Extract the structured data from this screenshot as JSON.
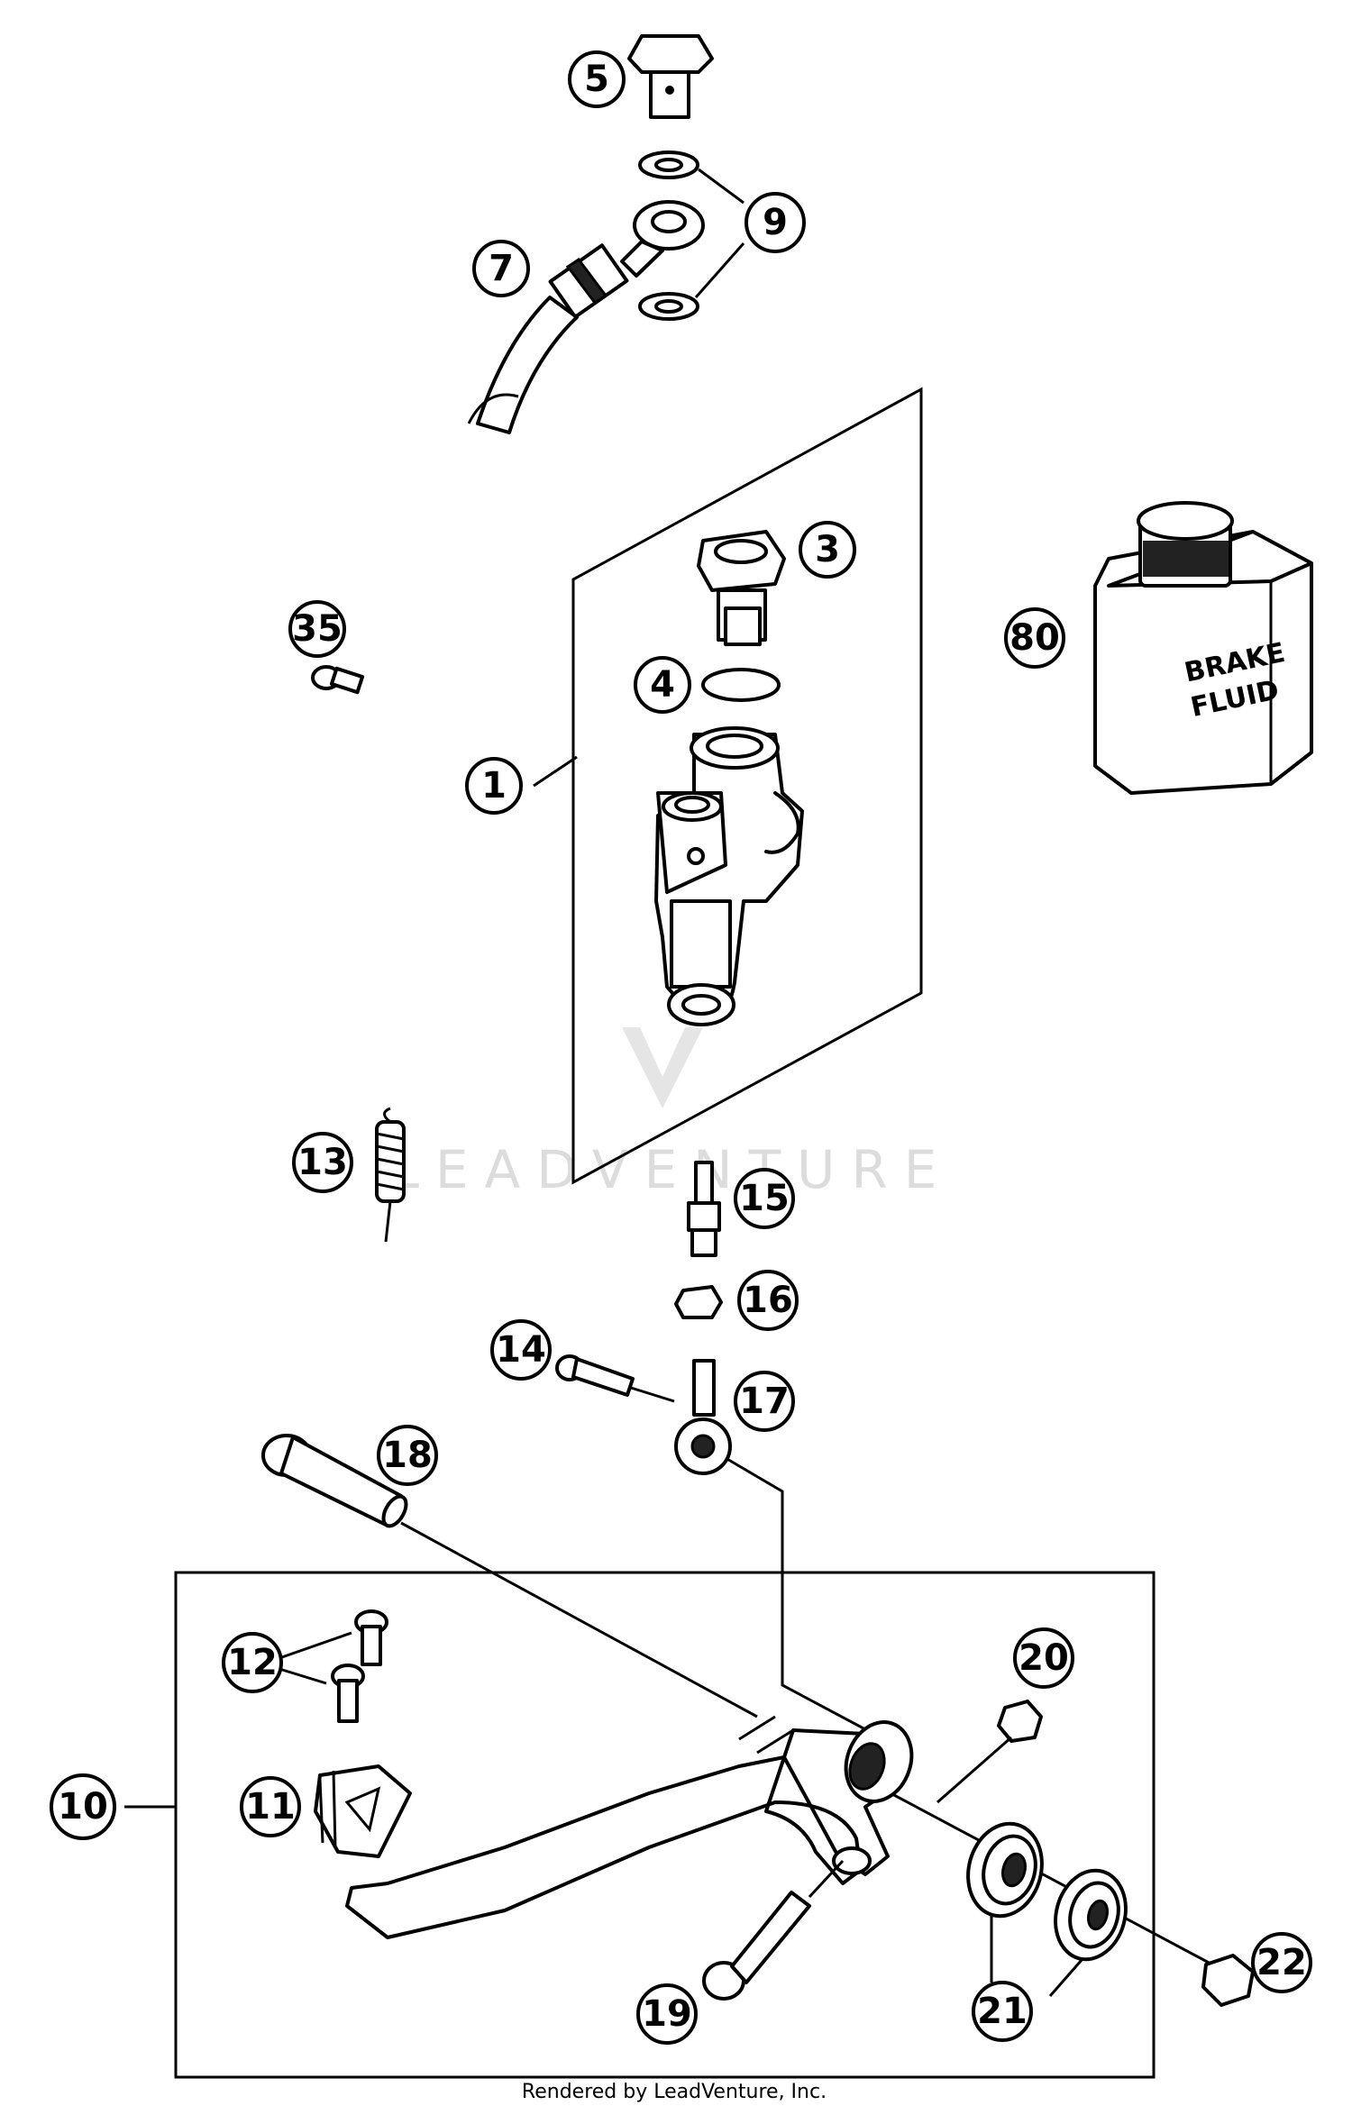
{
  "watermark": "LEADVENTURE",
  "credit": "Rendered by LeadVenture, Inc.",
  "bottle_label": [
    "BRAKE",
    "FLUID"
  ],
  "callouts": [
    {
      "id": "5"
    },
    {
      "id": "9"
    },
    {
      "id": "7"
    },
    {
      "id": "3"
    },
    {
      "id": "35"
    },
    {
      "id": "80"
    },
    {
      "id": "4"
    },
    {
      "id": "1"
    },
    {
      "id": "13"
    },
    {
      "id": "15"
    },
    {
      "id": "16"
    },
    {
      "id": "14"
    },
    {
      "id": "17"
    },
    {
      "id": "18"
    },
    {
      "id": "20"
    },
    {
      "id": "12"
    },
    {
      "id": "10"
    },
    {
      "id": "11"
    },
    {
      "id": "21"
    },
    {
      "id": "22"
    },
    {
      "id": "19"
    }
  ]
}
